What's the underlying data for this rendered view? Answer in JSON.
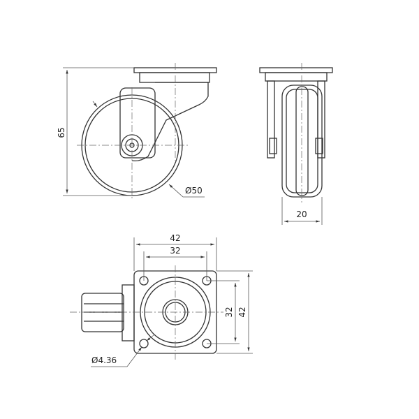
{
  "dimensions": {
    "height_total": "65",
    "wheel_diameter": "Ø50",
    "wheel_width": "20",
    "plate_width": "42",
    "hole_spacing_x": "32",
    "hole_spacing_y": "32",
    "plate_height": "42",
    "hole_diameter": "Ø4.36"
  }
}
